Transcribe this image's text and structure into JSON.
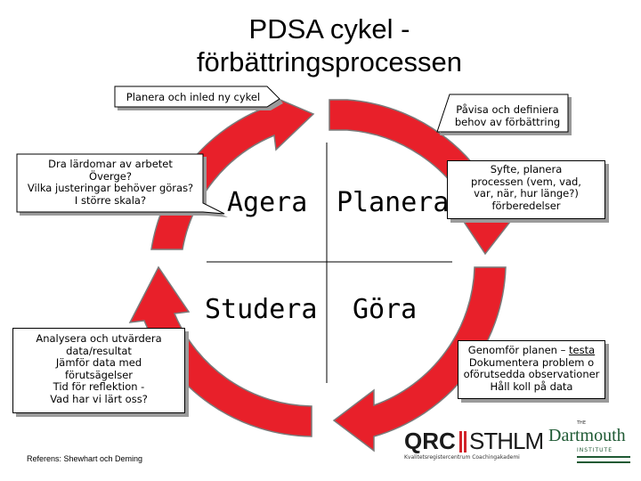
{
  "title_line1": "PDSA cykel -",
  "title_line2": "förbättringsprocessen",
  "callouts": {
    "plan_start": "Planera och inled ny cykel",
    "define_need": [
      "Påvisa och definiera",
      "behov av förbättring"
    ],
    "lessons": [
      "Dra lärdomar av arbetet",
      "Överge?",
      "Vilka justeringar behöver göras?",
      "I större skala?"
    ],
    "purpose": [
      "Syfte, planera",
      "processen (vem, vad,",
      "var, när, hur  länge?)",
      "förberedelser"
    ],
    "analyze": [
      "Analysera och utvärdera",
      "data/resultat",
      "Jämför data med",
      "förutsägelser",
      "Tid för reflektion -",
      "Vad har vi lärt oss?"
    ],
    "execute": [
      "Genomför planen – ",
      "testa",
      "Dokumentera problem o",
      "oförutsedda observationer",
      "Håll koll på data"
    ]
  },
  "quadrants": {
    "act": "Agera",
    "plan": "Planera",
    "study": "Studera",
    "do": "Göra"
  },
  "reference": "Referens: Shewhart och Deming",
  "logos": {
    "qrc": "QRC",
    "sthlm": "STHLM",
    "qrc_sub": "Kvalitetsregistercentrum Coachingakademi",
    "dart_the": "THE",
    "dart_name": "Dartmouth",
    "dart_inst": "INSTITUTE"
  },
  "colors": {
    "arrow": "#e8202a",
    "arrow_outline": "#7a7a7a",
    "shadow": "#9a9a9a"
  }
}
